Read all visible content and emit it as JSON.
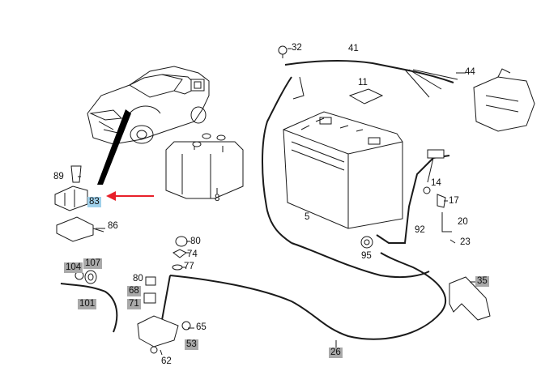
{
  "labels": {
    "l32": "32",
    "l41": "41",
    "l44": "44",
    "l11": "11",
    "l89": "89",
    "l83": "83",
    "l86": "86",
    "l8": "8",
    "l5": "5",
    "l14": "14",
    "l17": "17",
    "l20": "20",
    "l23": "23",
    "l92": "92",
    "l95": "95",
    "l80a": "80",
    "l74": "74",
    "l77": "77",
    "l80b": "80",
    "l104": "104",
    "l107": "107",
    "l101": "101",
    "l68": "68",
    "l71": "71",
    "l65": "65",
    "l53": "53",
    "l62": "62",
    "l26": "26",
    "l35": "35"
  },
  "colors": {
    "highlight_grey": "#a9a9a9",
    "highlight_selected": "#9fd0ea",
    "arrow": "#e8202a"
  },
  "selected_part": "83"
}
